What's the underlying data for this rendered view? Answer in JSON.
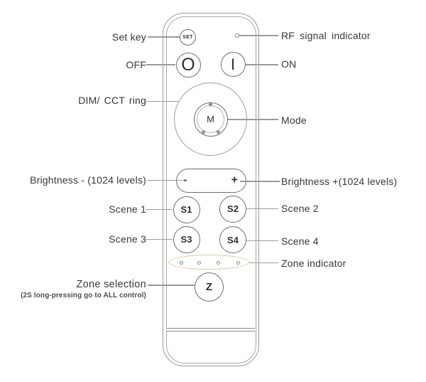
{
  "colors": {
    "background": "#ffffff",
    "body_outline": "#9a9a9a",
    "button_outline": "#6e6e6e",
    "leader_line": "#9b9b9b",
    "label_text": "#383838",
    "zone_ellipse": "#dcc69b"
  },
  "remote": {
    "buttons": {
      "set": "SET",
      "off": "O",
      "on": "I",
      "mode": "M",
      "brightness_minus": "-",
      "brightness_plus": "+",
      "scene_1": "S1",
      "scene_2": "S2",
      "scene_3": "S3",
      "scene_4": "S4",
      "zone": "Z"
    },
    "dial_mark": "✳",
    "zone_indicator_dot_count": 4
  },
  "annotations": {
    "set_key": "Set key",
    "rf_signal": "RF signal indicator",
    "off": "OFF",
    "on": "ON",
    "dim_cct_ring": "DIM/ CCT ring",
    "mode": "Mode",
    "brightness_minus": "Brightness - (1024 levels)",
    "brightness_plus": "Brightness +(1024 levels)",
    "scene_1": "Scene 1",
    "scene_2": "Scene 2",
    "scene_3": "Scene 3",
    "scene_4": "Scene 4",
    "zone_indicator": "Zone indicator",
    "zone_selection": "Zone selection",
    "zone_selection_note": "(2S long-pressing go to ALL control)"
  }
}
